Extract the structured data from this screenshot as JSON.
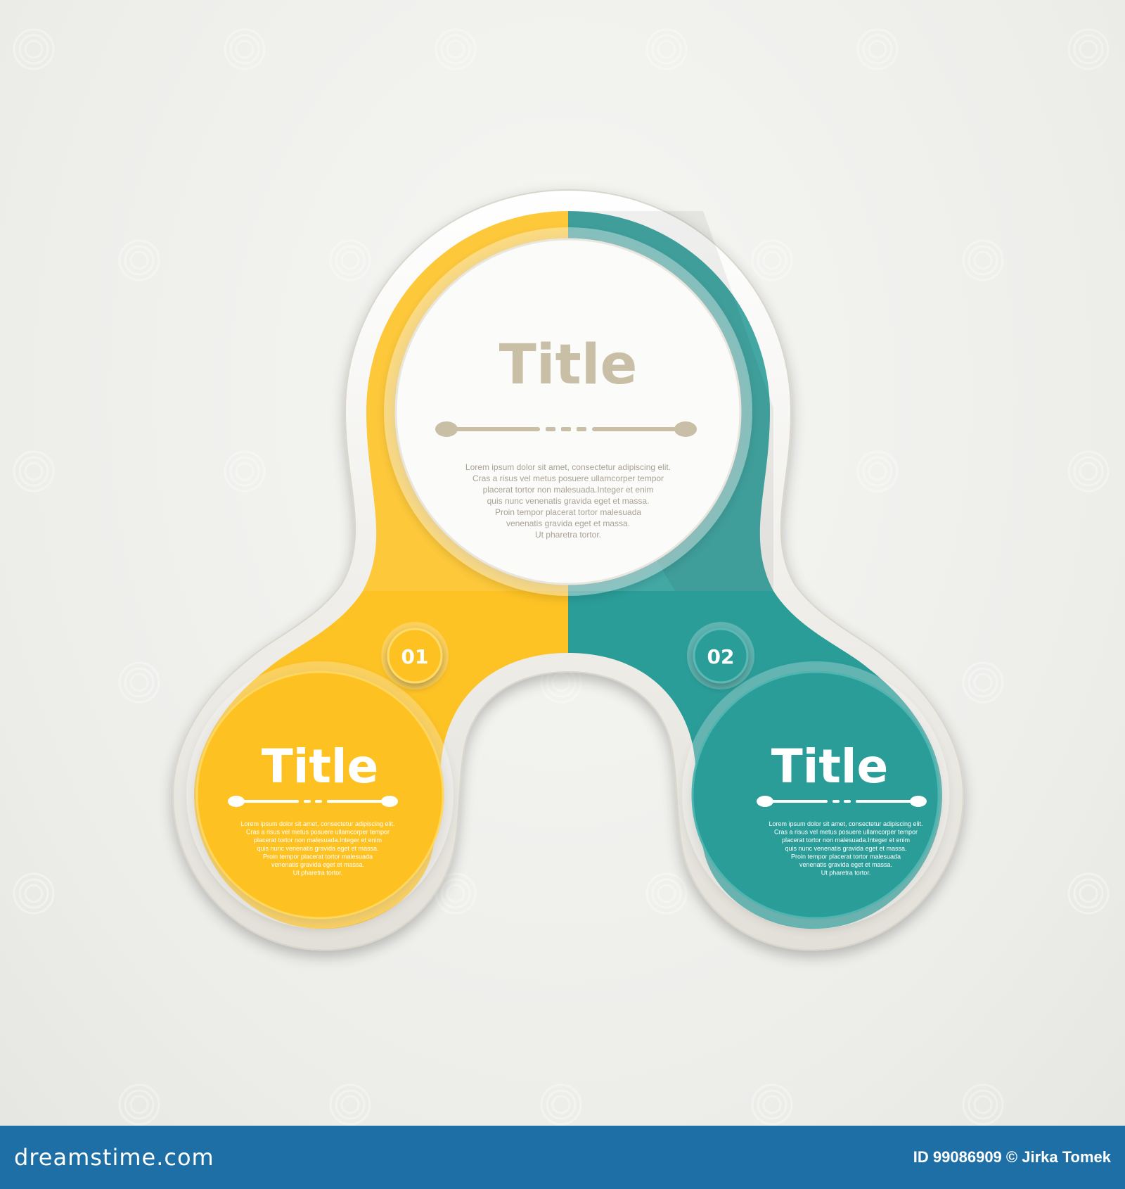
{
  "colors": {
    "yellow": "#fdc224",
    "teal": "#2a9d98",
    "title_gray": "#c8bfa6",
    "body_gray": "#a8a294",
    "footer": "#1e6fa6"
  },
  "center": {
    "title": "Title",
    "lines": [
      "Lorem ipsum dolor sit amet, consectetur adipiscing elit.",
      "Cras a risus vel metus posuere ullamcorper tempor",
      "placerat tortor non malesuada.Integer et enim",
      "quis nunc venenatis gravida eget et massa.",
      "Proin tempor placerat tortor  malesuada",
      "venenatis gravida eget et massa.",
      "Ut pharetra tortor."
    ]
  },
  "left": {
    "number": "01",
    "title": "Title",
    "lines": [
      "Lorem ipsum dolor sit amet, consectetur adipiscing elit.",
      "Cras a risus vel metus posuere ullamcorper tempor",
      "placerat tortor non malesuada.Integer et enim",
      "quis nunc venenatis gravida eget et massa.",
      "Proin tempor placerat tortor  malesuada",
      "venenatis gravida eget et massa.",
      "Ut pharetra tortor."
    ]
  },
  "right": {
    "number": "02",
    "title": "Title",
    "lines": [
      "Lorem ipsum dolor sit amet, consectetur adipiscing elit.",
      "Cras a risus vel metus posuere ullamcorper tempor",
      "placerat tortor non malesuada.Integer et enim",
      "quis nunc venenatis gravida eget et massa.",
      "Proin tempor placerat tortor  malesuada",
      "venenatis gravida eget et massa.",
      "Ut pharetra tortor."
    ]
  },
  "footer": {
    "logo": "dreamstime.com",
    "credit": "ID 99086909 © Jirka Tomek"
  },
  "watermark": "dreamstime"
}
